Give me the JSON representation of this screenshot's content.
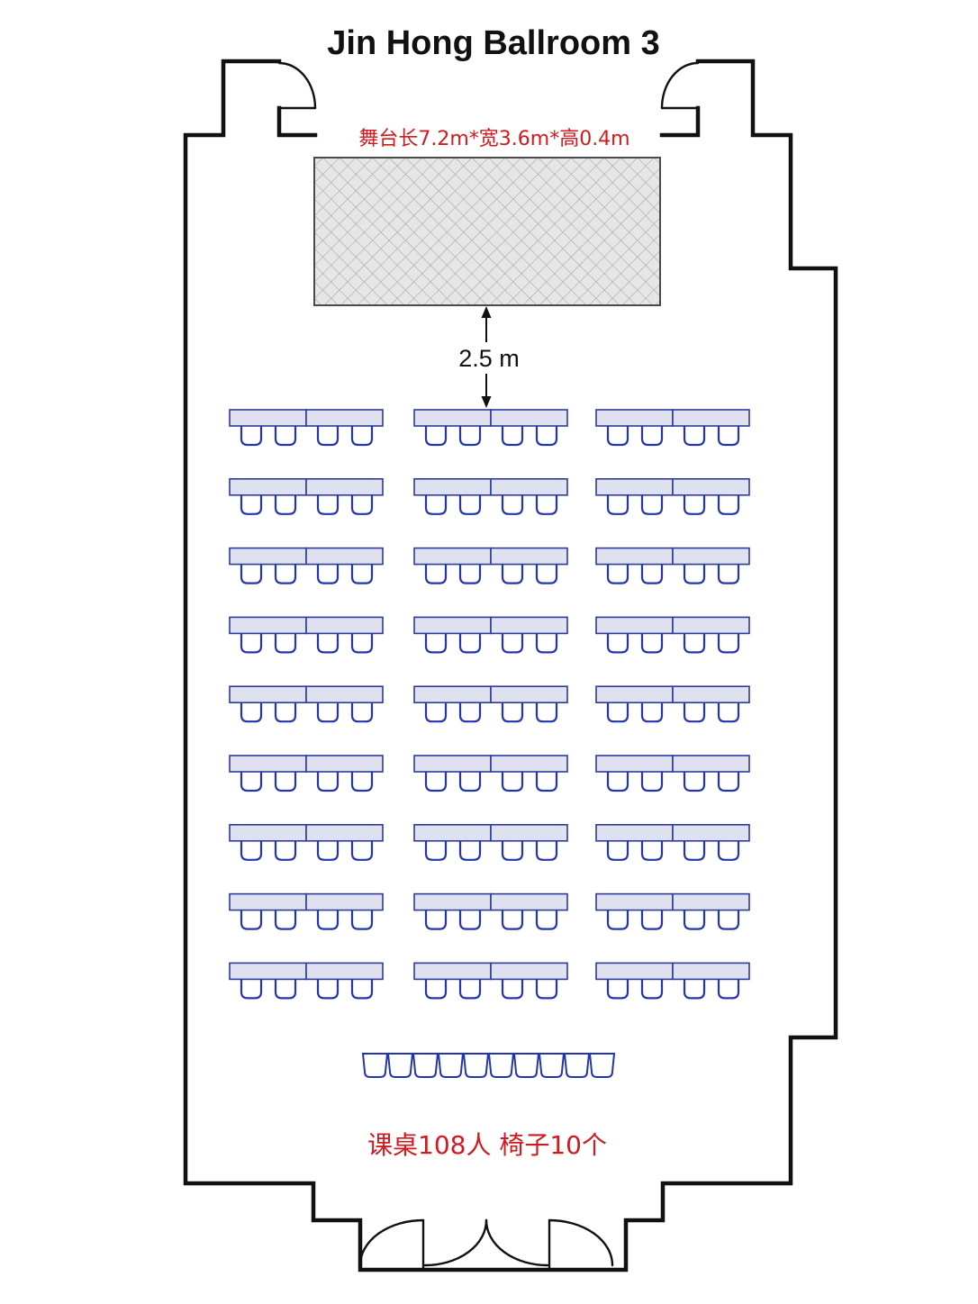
{
  "title": "Jin Hong Ballroom 3",
  "stage": {
    "label": "舞台长7.2m*宽3.6m*高0.4m"
  },
  "stage_distance": {
    "label": "2.5 m"
  },
  "summary": {
    "label": "课桌108人 椅子10个"
  },
  "seating": {
    "table_rows": 9,
    "table_blocks_per_row": 3,
    "tables_per_block": 2,
    "chairs_per_table": 2,
    "spare_chairs": 10
  },
  "colors": {
    "text": "#111111",
    "wall": "#111111",
    "label_red": "#d11a1f",
    "stage_fill": "#e6e6e6",
    "stage_hatch": "#a3a3a3",
    "stage_border": "#4a4a4a",
    "table_fill": "#dfe2ee",
    "table_stroke": "#2c3a9e",
    "chair_stroke": "#2536ad"
  }
}
